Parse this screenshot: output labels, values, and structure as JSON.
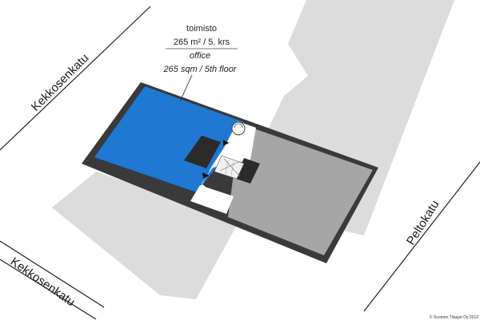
{
  "streets": {
    "top_left": "Kekkosenkatu",
    "bottom_left": "Kekkosenkatu",
    "right": "Peltokatu"
  },
  "callout": {
    "line1": "toimisto",
    "line2": "265 m² / 5. krs",
    "line3": "office",
    "line4": "265 sqm / 5th floor"
  },
  "copyright": "© Suomen Tilaajat Oy 2012",
  "colors": {
    "office_space": "#1f78d1",
    "floor": "#a6a6a6",
    "surrounding_buildings": "#dcdcdc",
    "walls": "#3a3a3a",
    "core": "#2b2b2b"
  },
  "icons": [
    "stair-icon",
    "elevator-icon",
    "entrance-arrow-icon"
  ]
}
